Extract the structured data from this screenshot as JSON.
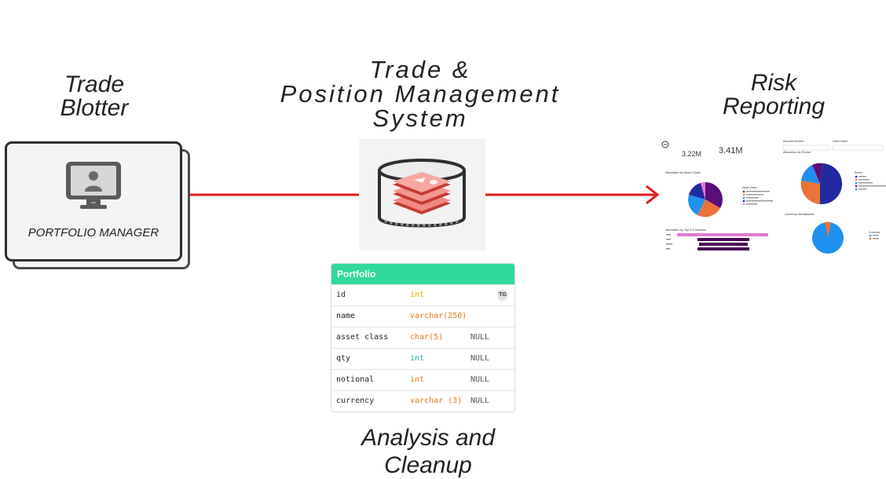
{
  "titles": {
    "blotter_line1": "Trade",
    "blotter_line2": "Blotter",
    "tpm_line1": "Trade &",
    "tpm_line2": "Position Management",
    "tpm_line3": "System",
    "risk_line1": "Risk",
    "risk_line2": "Reporting",
    "analysis_line1": "Analysis and",
    "analysis_line2": "Cleanup"
  },
  "card": {
    "label": "PORTFOLIO MANAGER"
  },
  "table": {
    "name": "Portfolio",
    "rows": [
      {
        "column": "id",
        "type": "int",
        "nullable": "",
        "badge": "TG"
      },
      {
        "column": "name",
        "type": "varchar(250)",
        "nullable": "",
        "badge": ""
      },
      {
        "column": "asset class",
        "type": "char(5)",
        "nullable": "NULL",
        "badge": ""
      },
      {
        "column": "qty",
        "type": "int",
        "nullable": "NULL",
        "badge": ""
      },
      {
        "column": "notional",
        "type": "int",
        "nullable": "NULL",
        "badge": ""
      },
      {
        "column": "currency",
        "type": "varchar (3)",
        "nullable": "NULL",
        "badge": ""
      }
    ],
    "type_colors": [
      "#e8b100",
      "#e07a1a",
      "#e07a1a",
      "#1ab5a8",
      "#e07a1a",
      "#e07a1a"
    ],
    "header_color": "#2fd99a"
  },
  "dashboard": {
    "kpi1_value": "3.22M",
    "kpi2_value": "3.41M",
    "section_asset_class": "Allocation by Asset Class",
    "section_sector": "Allocation by Sector",
    "section_countries": "Allocation by Top 5 Countries",
    "section_currency": "Currency Breakdown",
    "account_number_label": "Account Number",
    "client_name_label": "Client Name",
    "legend_asset_title": "Asset Class",
    "legend_sector_title": "Sector",
    "legend_currency_title": "Currency"
  },
  "colors": {
    "arrow": "#e31b1b",
    "pie_purple": "#5b0d7a",
    "pie_blue": "#1e90f0",
    "pie_orange": "#e8743b",
    "pie_navy": "#1f2a9e",
    "bar_pink": "#e17ad2",
    "bar_dark": "#4a0a55"
  }
}
